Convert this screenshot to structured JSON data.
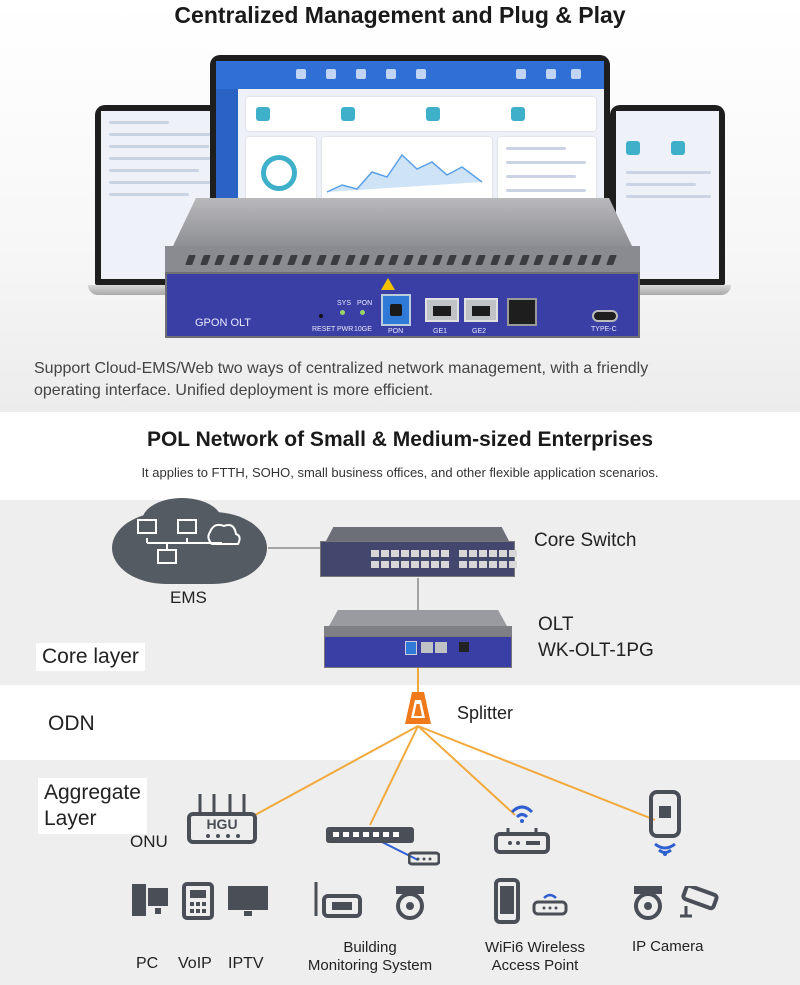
{
  "section1": {
    "title": "Centralized Management and Plug & Play",
    "description_line1": "Support Cloud-EMS/Web two ways of centralized network management, with a friendly",
    "description_line2": "operating interface. Unified deployment is more efficient.",
    "device": {
      "model_label": "GPON OLT",
      "reset_label": "RESET",
      "pwr_label": "PWR",
      "sys_label": "SYS",
      "pon_led_label": "PON",
      "ten_ge_label": "10GE",
      "pon_port_label": "PON",
      "ge1_label": "GE1",
      "ge2_label": "GE2",
      "usb_label": "TYPE-C"
    }
  },
  "section2": {
    "title": "POL Network of Small & Medium-sized Enterprises",
    "subtitle": "It applies to FTTH, SOHO, small business offices, and other flexible application scenarios.",
    "layers": {
      "core": "Core layer",
      "odn": "ODN",
      "aggregate_line1": "Aggregate",
      "aggregate_line2": "Layer"
    },
    "labels": {
      "ems": "EMS",
      "core_switch": "Core Switch",
      "olt": "OLT",
      "olt_model": "WK-OLT-1PG",
      "splitter": "Splitter",
      "onu": "ONU",
      "hgu": "HGU"
    },
    "endpoints": {
      "pc": "PC",
      "voip": "VoIP",
      "iptv": "IPTV",
      "building_line1": "Building",
      "building_line2": "Monitoring System",
      "wifi_line1": "WiFi6 Wireless",
      "wifi_line2": "Access Point",
      "ipcam": "IP Camera"
    },
    "colors": {
      "fiber": "#f2a93b",
      "cable_blue": "#2f5fd0",
      "icon": "#4a4f57",
      "olt_front": "#3a3fa6"
    }
  }
}
